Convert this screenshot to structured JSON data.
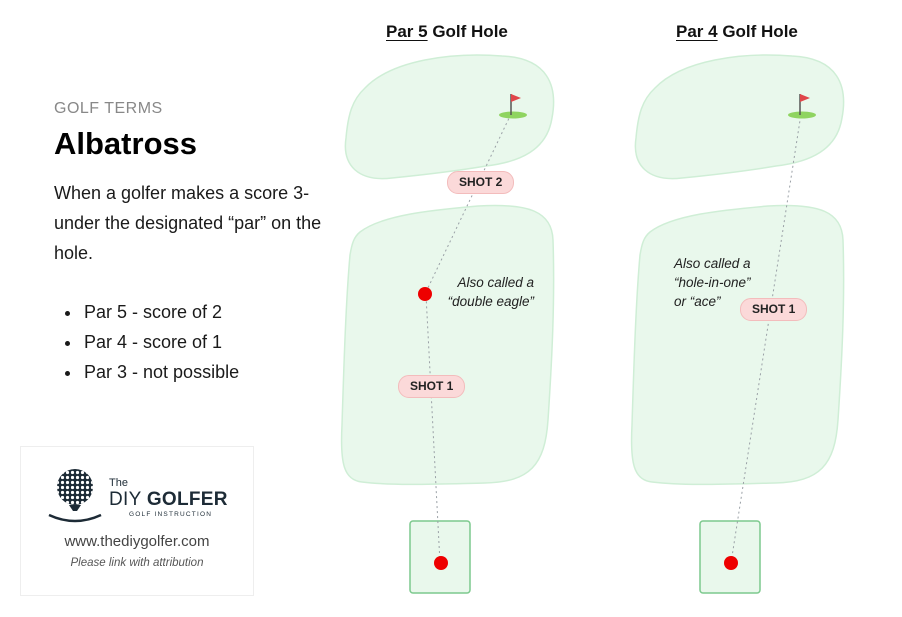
{
  "intro": {
    "kicker": "GOLF TERMS",
    "title": "Albatross",
    "definition": "When a golfer makes a score 3-under the designated “par” on the hole.",
    "bullets": [
      "Par 5 - score of 2",
      "Par 4 - score of 1",
      "Par 3 - not possible"
    ]
  },
  "brand": {
    "logo_the": "The",
    "logo_diy": "DIY ",
    "logo_golfer": "GOLFER",
    "logo_sub": "GOLF INSTRUCTION",
    "site": "www.thediygolfer.com",
    "attribution": "Please link with attribution"
  },
  "colors": {
    "fairway_fill": "#e9f8ec",
    "fairway_stroke": "#cfeed6",
    "tee_stroke": "#7cc98d",
    "ball": "#ee0000",
    "shot_badge": "#fbd9d9",
    "flag": "#e0464a",
    "green": "#8fd460"
  },
  "holes": [
    {
      "title_par": "Par 5",
      "title_rest": " Golf Hole",
      "shots": [
        "SHOT 1",
        "SHOT 2"
      ],
      "note": [
        "Also called a",
        "“double eagle”"
      ]
    },
    {
      "title_par": "Par 4",
      "title_rest": " Golf Hole",
      "shots": [
        "SHOT 1"
      ],
      "note": [
        "Also called a",
        "“hole-in-one”",
        "or “ace”"
      ]
    }
  ]
}
